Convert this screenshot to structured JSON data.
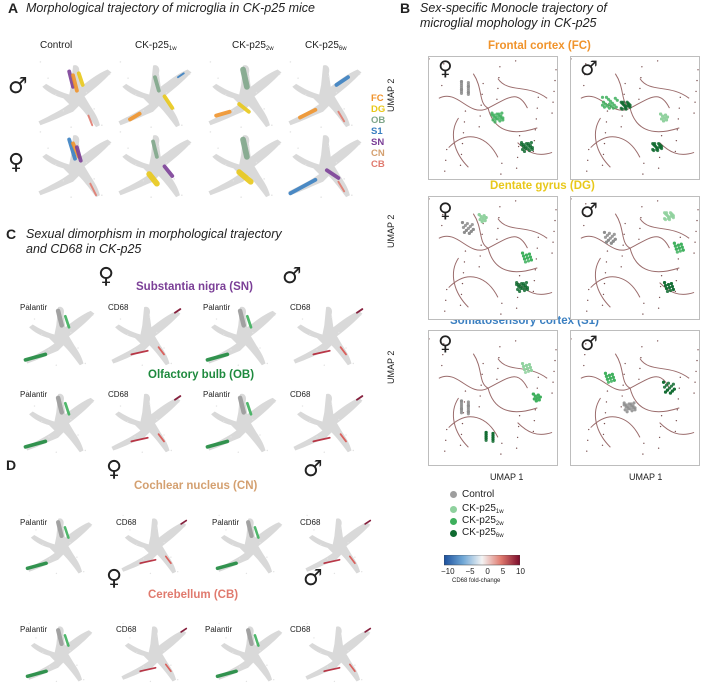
{
  "panelA": {
    "label": "A",
    "title": "Morphological trajectory of microglia in CK-p25 mice",
    "columns": [
      {
        "main": "Control",
        "sub": ""
      },
      {
        "main": "CK-p25",
        "sub": "1w"
      },
      {
        "main": "CK-p25",
        "sub": "2w"
      },
      {
        "main": "CK-p25",
        "sub": "6w"
      }
    ],
    "male_symbol": "♂",
    "female_symbol": "♀",
    "legend": [
      {
        "label": "FC",
        "color": "#F0932B"
      },
      {
        "label": "DG",
        "color": "#E8C81A"
      },
      {
        "label": "OB",
        "color": "#7FA68A"
      },
      {
        "label": "S1",
        "color": "#3A7FC1"
      },
      {
        "label": "SN",
        "color": "#7B3F97"
      },
      {
        "label": "CN",
        "color": "#D4A070"
      },
      {
        "label": "CB",
        "color": "#E07A6E"
      }
    ]
  },
  "panelB": {
    "label": "B",
    "title_line1": "Sex-specific Monocle trajectory of",
    "title_line2": "microglial mophology in CK-p25",
    "regions": [
      {
        "name": "Frontal cortex (FC)",
        "color": "#F0932B"
      },
      {
        "name": "Dentate gyrus (DG)",
        "color": "#E8C81A"
      },
      {
        "name": "Somatosensory cortex (S1)",
        "color": "#3A7FC1"
      }
    ],
    "ylabel": "UMAP 2",
    "xlabel": "UMAP 1",
    "female_symbol": "♀",
    "male_symbol": "♂"
  },
  "panelC": {
    "label": "C",
    "title_line1": "Sexual dimorphism in morphological trajectory",
    "title_line2": "and CD68 in CK-p25",
    "female_symbol": "♀",
    "male_symbol": "♂",
    "regions": [
      {
        "name": "Substantia nigra (SN)",
        "color": "#7B3F97"
      },
      {
        "name": "Olfactory bulb (OB)",
        "color": "#1E8A3E"
      }
    ],
    "palantir": "Palantir",
    "cd68": "CD68"
  },
  "panelD": {
    "label": "D",
    "female_symbol": "♀",
    "male_symbol": "♂",
    "regions": [
      {
        "name": "Cochlear nucleus (CN)",
        "color": "#D4A070"
      },
      {
        "name": "Cerebellum (CB)",
        "color": "#E07A6E"
      }
    ],
    "palantir": "Palantir",
    "cd68": "CD68"
  },
  "legend": {
    "items": [
      {
        "main": "Control",
        "sub": "",
        "color": "#9E9E9E"
      },
      {
        "main": "CK-p25",
        "sub": "1w",
        "color": "#8FD19E"
      },
      {
        "main": "CK-p25",
        "sub": "2w",
        "color": "#3DAF5C"
      },
      {
        "main": "CK-p25",
        "sub": "6w",
        "color": "#106B30"
      }
    ],
    "colorbar": {
      "ticks": [
        "−10",
        "−5",
        "0",
        "5",
        "10"
      ],
      "label": "CD68 fold-change",
      "min_color": "#1B4F9C",
      "mid_color": "#F4F4F4",
      "max_color": "#7A0A2A"
    }
  }
}
